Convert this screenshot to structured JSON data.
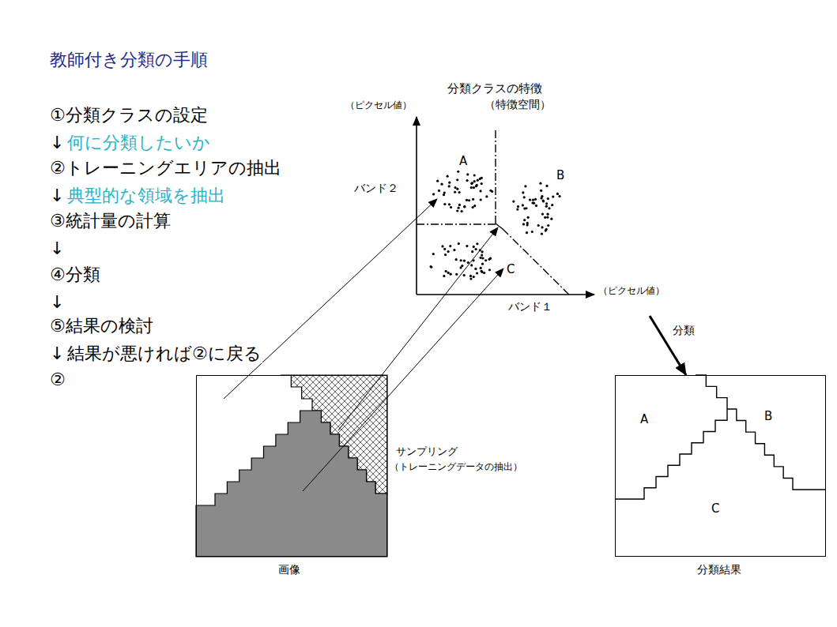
{
  "diagram": {
    "title": "教師付き分類の手順",
    "nodes": [
      {
        "text": [
          "分類クラスの特徴",
          "（特徴空間）",
          "（ピクセル値）",
          "バンド２",
          "A",
          "B",
          "C",
          "バンド１",
          "（ピクセル値）"
        ]
      },
      {
        "text": [
          "画像"
        ]
      },
      {
        "text": [
          "A",
          "B",
          "C",
          "分類結果"
        ]
      }
    ],
    "edges": [
      {
        "from": 0,
        "to": 2,
        "label": "分類",
        "arrow": "to"
      }
    ],
    "labels": [
      "①分類クラスの設定",
      "↓",
      "何に分類したいか",
      "②トレーニングエリアの抽出",
      "↓",
      "典型的な領域を抽出",
      "③統計量の計算",
      "↓",
      "④分類",
      "↓",
      "⑤結果の検討",
      "↓",
      "結果が悪ければ②に戻る",
      "②",
      "サンプリング",
      "（トレーニングデータの抽出）"
    ]
  }
}
